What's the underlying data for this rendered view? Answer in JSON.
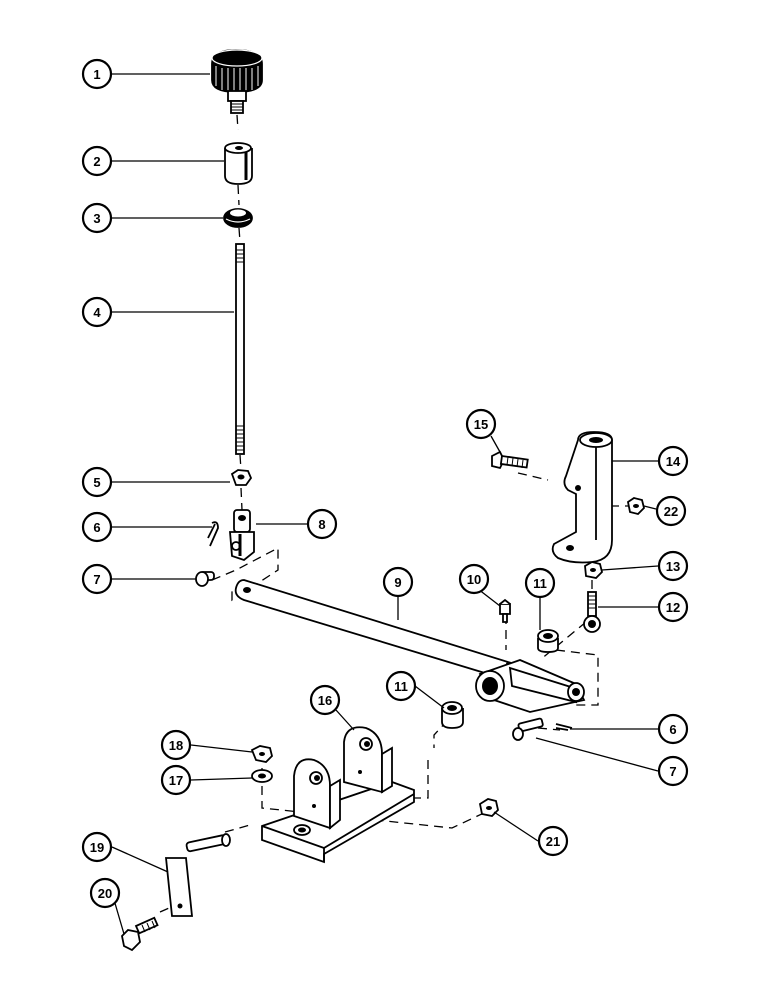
{
  "diagram": {
    "type": "exploded-parts-view",
    "callouts": [
      {
        "id": "c1",
        "label": "1"
      },
      {
        "id": "c2",
        "label": "2"
      },
      {
        "id": "c3",
        "label": "3"
      },
      {
        "id": "c4",
        "label": "4"
      },
      {
        "id": "c5",
        "label": "5"
      },
      {
        "id": "c6a",
        "label": "6"
      },
      {
        "id": "c7a",
        "label": "7"
      },
      {
        "id": "c8",
        "label": "8"
      },
      {
        "id": "c9",
        "label": "9"
      },
      {
        "id": "c10",
        "label": "10"
      },
      {
        "id": "c11a",
        "label": "11"
      },
      {
        "id": "c11b",
        "label": "11"
      },
      {
        "id": "c12",
        "label": "12"
      },
      {
        "id": "c13",
        "label": "13"
      },
      {
        "id": "c14",
        "label": "14"
      },
      {
        "id": "c15",
        "label": "15"
      },
      {
        "id": "c16",
        "label": "16"
      },
      {
        "id": "c17",
        "label": "17"
      },
      {
        "id": "c18",
        "label": "18"
      },
      {
        "id": "c19",
        "label": "19"
      },
      {
        "id": "c20",
        "label": "20"
      },
      {
        "id": "c21",
        "label": "21"
      },
      {
        "id": "c22",
        "label": "22"
      },
      {
        "id": "c6b",
        "label": "6"
      },
      {
        "id": "c7b",
        "label": "7"
      }
    ]
  }
}
